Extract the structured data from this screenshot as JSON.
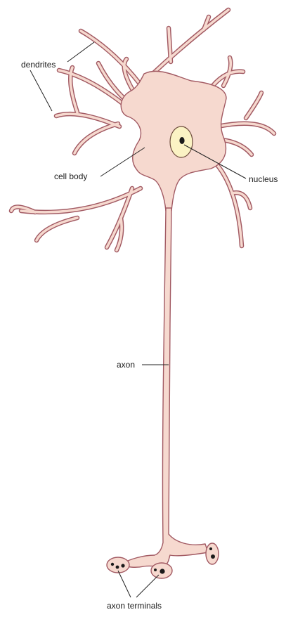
{
  "labels": {
    "dendrites": "dendrites",
    "cell_body": "cell body",
    "nucleus": "nucleus",
    "axon": "axon",
    "axon_terminals": "axon terminals"
  },
  "colors": {
    "membrane_fill": "#f6d9cf",
    "membrane_outline": "#a25a63",
    "nucleus_fill": "#fbf3c4",
    "nucleolus": "#1a1a1a",
    "leader_lines": "#222222"
  }
}
